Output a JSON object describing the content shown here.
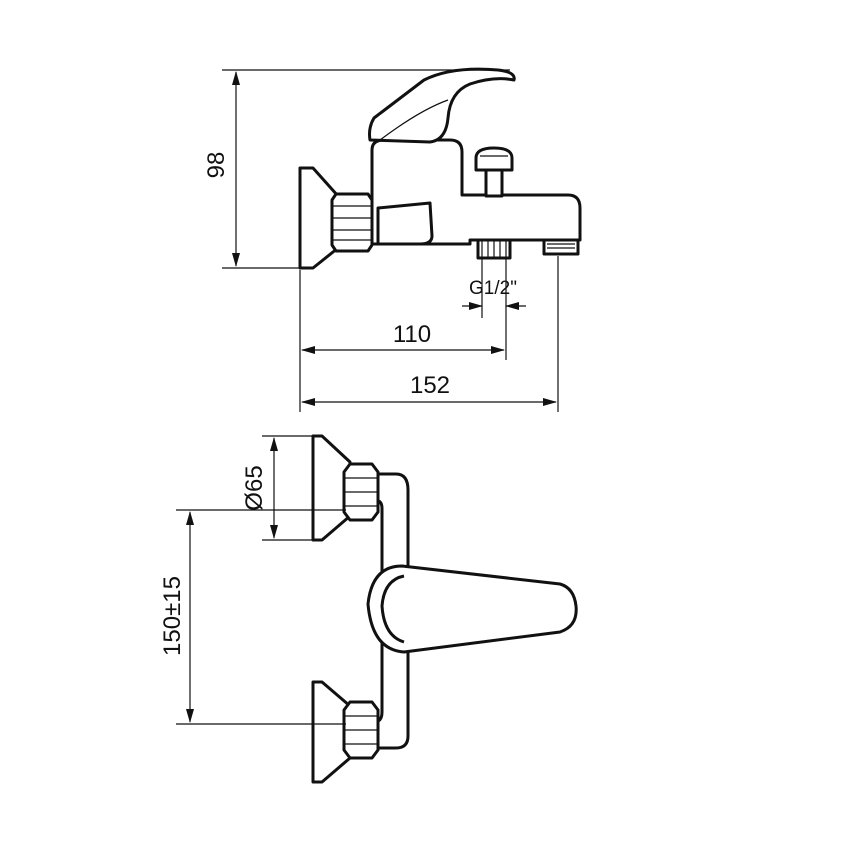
{
  "dimensions": {
    "height": "98",
    "thread": "G1/2\"",
    "inlet_distance": "110",
    "total_length": "152",
    "flange_diameter": "Ø65",
    "center_distance": "150±15"
  }
}
